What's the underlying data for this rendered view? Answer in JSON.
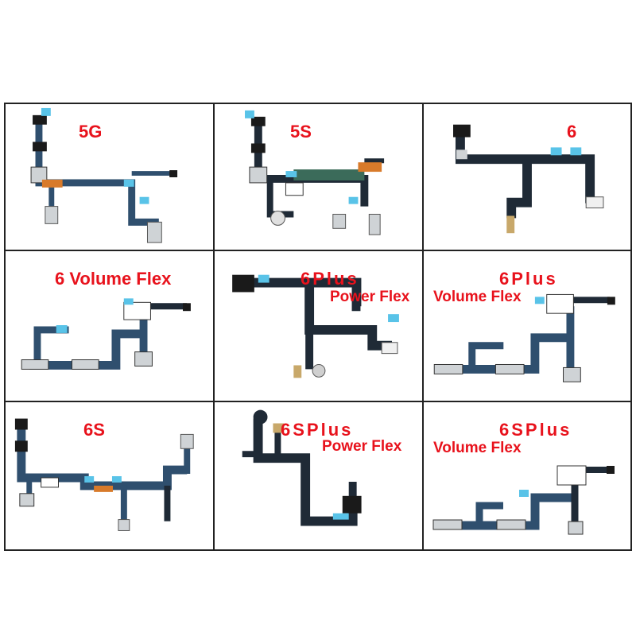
{
  "panels": [
    {
      "id": "5g",
      "label": "5G"
    },
    {
      "id": "5s",
      "label": "5S"
    },
    {
      "id": "6",
      "label": "6"
    },
    {
      "id": "6-volume",
      "label": "6 Volume Flex"
    },
    {
      "id": "6plus-power",
      "label": "6Plus",
      "sublabel": "Power Flex"
    },
    {
      "id": "6plus-volume",
      "label": "6Plus",
      "sublabel": "Volume Flex"
    },
    {
      "id": "6s",
      "label": "6S"
    },
    {
      "id": "6splus-power",
      "label": "6SPlus",
      "sublabel": "Power Flex"
    },
    {
      "id": "6splus-volume",
      "label": "6SPlus",
      "sublabel": "Volume Flex"
    }
  ],
  "colors": {
    "label": "#e8121c",
    "cable_dark": "#1f2a36",
    "cable_blue": "#2f4f6e",
    "tab_blue": "#59c3e8",
    "metal": "#cfd3d6",
    "border": "#222222"
  }
}
